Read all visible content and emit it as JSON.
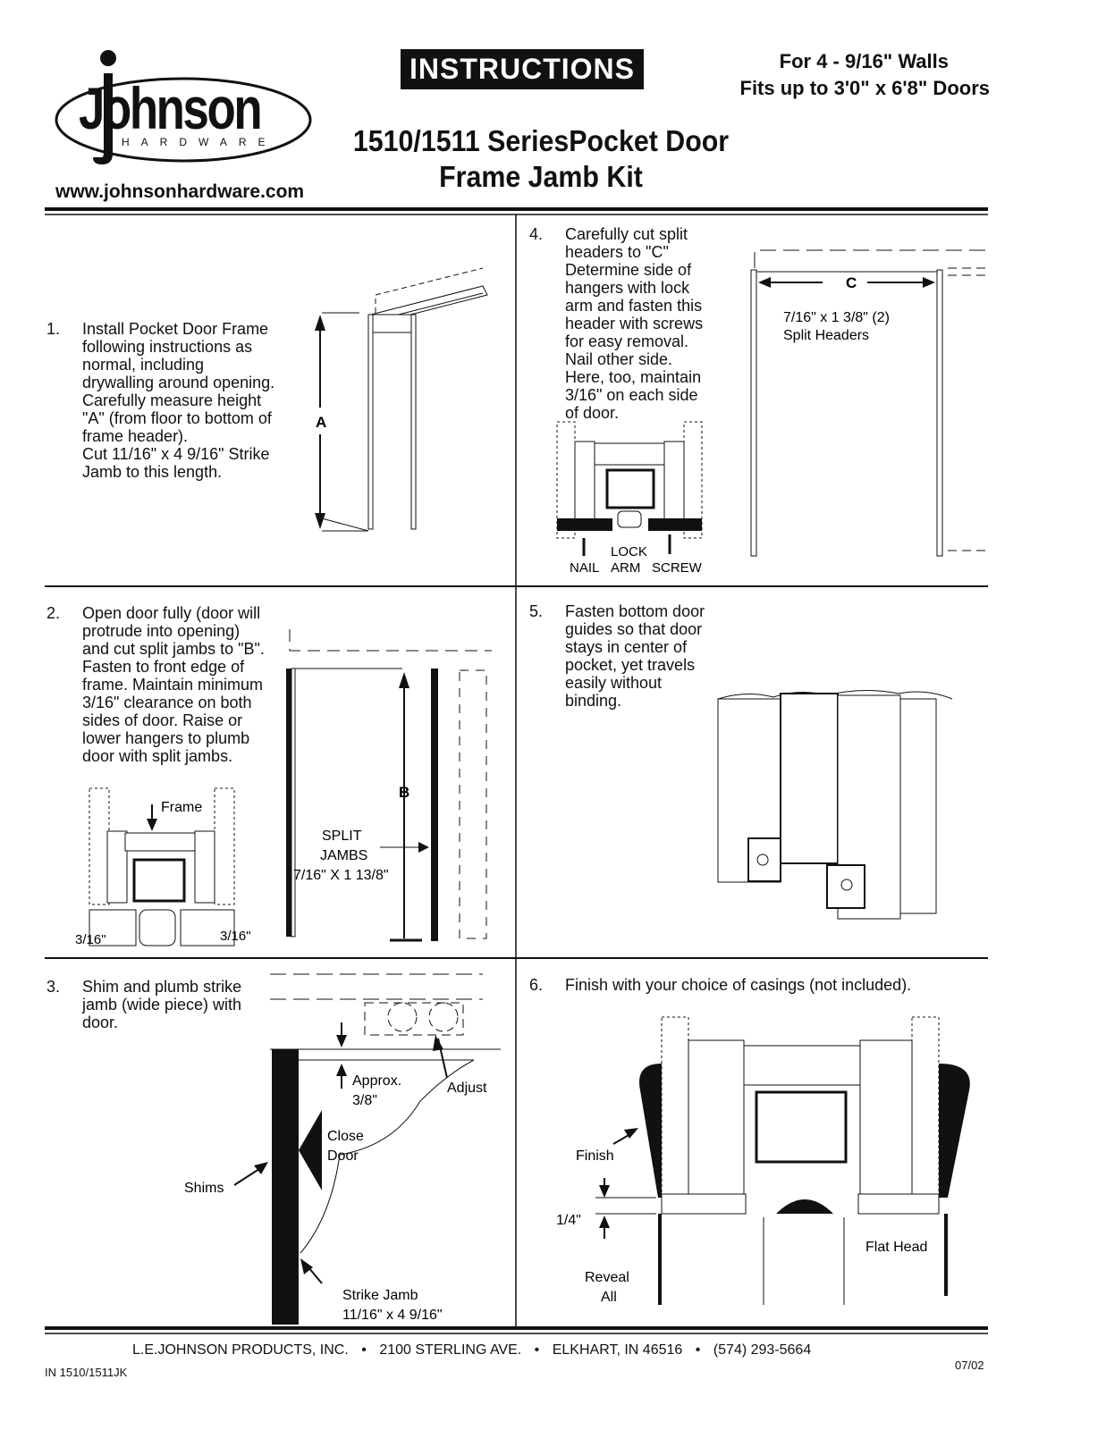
{
  "header": {
    "logo_word": "Johnson",
    "logo_sub": "HARDWARE",
    "url": "www.johnsonhardware.com",
    "banner": "INSTRUCTIONS",
    "title_line1": "1510/1511 SeriesPocket Door",
    "title_line2": "Frame Jamb Kit",
    "spec_line1": "For 4 - 9/16\" Walls",
    "spec_line2": "Fits up to 3'0\" x 6'8\" Doors"
  },
  "steps": [
    {
      "num": "1.",
      "lines": [
        "Install Pocket Door Frame",
        "following instructions as",
        "normal, including",
        "drywalling around opening.",
        "Carefully measure height",
        "\"A\" (from floor to bottom of",
        "frame header).",
        "Cut 11/16\" x 4 9/16\" Strike",
        "Jamb to this length."
      ]
    },
    {
      "num": "2.",
      "lines": [
        "Open door fully (door will",
        "protrude into opening)",
        "and cut split jambs to \"B\".",
        "Fasten to front edge of",
        "frame. Maintain minimum",
        "3/16\" clearance on both",
        "sides of door.  Raise or",
        "lower hangers to plumb",
        "door with split jambs."
      ]
    },
    {
      "num": "3.",
      "lines": [
        "Shim and plumb strike",
        "jamb (wide piece) with",
        "door."
      ]
    },
    {
      "num": "4.",
      "lines": [
        "Carefully cut split",
        "headers to \"C\"",
        "Determine side of",
        "hangers with lock",
        "arm and fasten this",
        "header with screws",
        "for easy removal.",
        "Nail other side.",
        "Here, too, maintain",
        "3/16\" on each side",
        "of door."
      ]
    },
    {
      "num": "5.",
      "lines": [
        "Fasten bottom door",
        "guides so that door",
        "stays in center of",
        "pocket, yet travels",
        "easily without",
        "binding."
      ]
    },
    {
      "num": "6.",
      "lines": [
        "Finish with your choice of casings (not included)."
      ]
    }
  ],
  "labels": {
    "a": "A",
    "b": "B",
    "c": "C",
    "frame": "Frame",
    "left_clear": "3/16\"",
    "right_clear": "3/16\"",
    "split_jambs_1": "SPLIT",
    "split_jambs_2": "JAMBS",
    "split_jambs_size": "7/16\" X 1 13/8\"",
    "split_headers_1": "7/16\" x 1 3/8\" (2)",
    "split_headers_2": "Split Headers",
    "nail": "NAIL",
    "lock": "LOCK",
    "arm": "ARM",
    "screw": "SCREW",
    "approx_1": "Approx.",
    "approx_2": "3/8\"",
    "adjust": "Adjust",
    "close_1": "Close",
    "close_2": "Door",
    "shims": "Shims",
    "strike_1": "Strike Jamb",
    "strike_2": "11/16\" x 4 9/16\"",
    "finish": "Finish",
    "quarter": "1/4\"",
    "reveal_1": "Reveal",
    "reveal_2": "All",
    "flat_head": "Flat Head"
  },
  "footer": {
    "company": "L.E.JOHNSON PRODUCTS, INC.",
    "address": "2100 STERLING AVE.",
    "city": "ELKHART, IN  46516",
    "phone": "(574) 293-5664",
    "sep": "•",
    "doc_id": "IN 1510/1511JK",
    "date": "07/02"
  }
}
